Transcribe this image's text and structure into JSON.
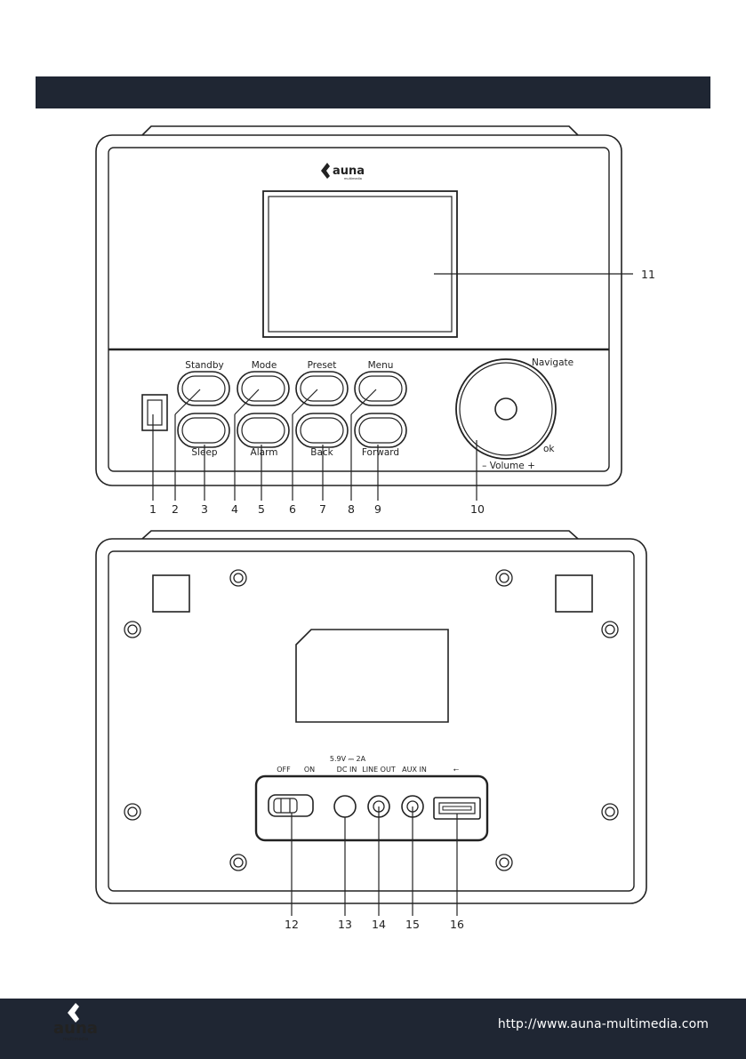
{
  "brand": {
    "name": "auna",
    "tagline": "multimedia"
  },
  "front": {
    "buttons_top": [
      "Standby",
      "Mode",
      "Preset",
      "Menu"
    ],
    "buttons_bottom": [
      "Sleep",
      "Alarm",
      "Back",
      "Forward"
    ],
    "knob_navigate": "Navigate",
    "knob_ok": "ok",
    "knob_volume": "–  Volume  +",
    "callouts": [
      "1",
      "2",
      "3",
      "4",
      "5",
      "6",
      "7",
      "8",
      "9",
      "10",
      "11"
    ]
  },
  "back": {
    "switch_off": "OFF",
    "switch_on": "ON",
    "power_rating": "5.9V ⎓ 2A",
    "dc_in": "DC IN",
    "line_out": "LINE OUT",
    "aux_in": "AUX IN",
    "usb_symbol": "⭠",
    "callouts": [
      "12",
      "13",
      "14",
      "15",
      "16"
    ]
  },
  "footer": {
    "url": "http://www.auna-multimedia.com"
  },
  "colors": {
    "header_bar": "#1f2633",
    "footer_bar": "#1f2633",
    "line": "#222222"
  }
}
